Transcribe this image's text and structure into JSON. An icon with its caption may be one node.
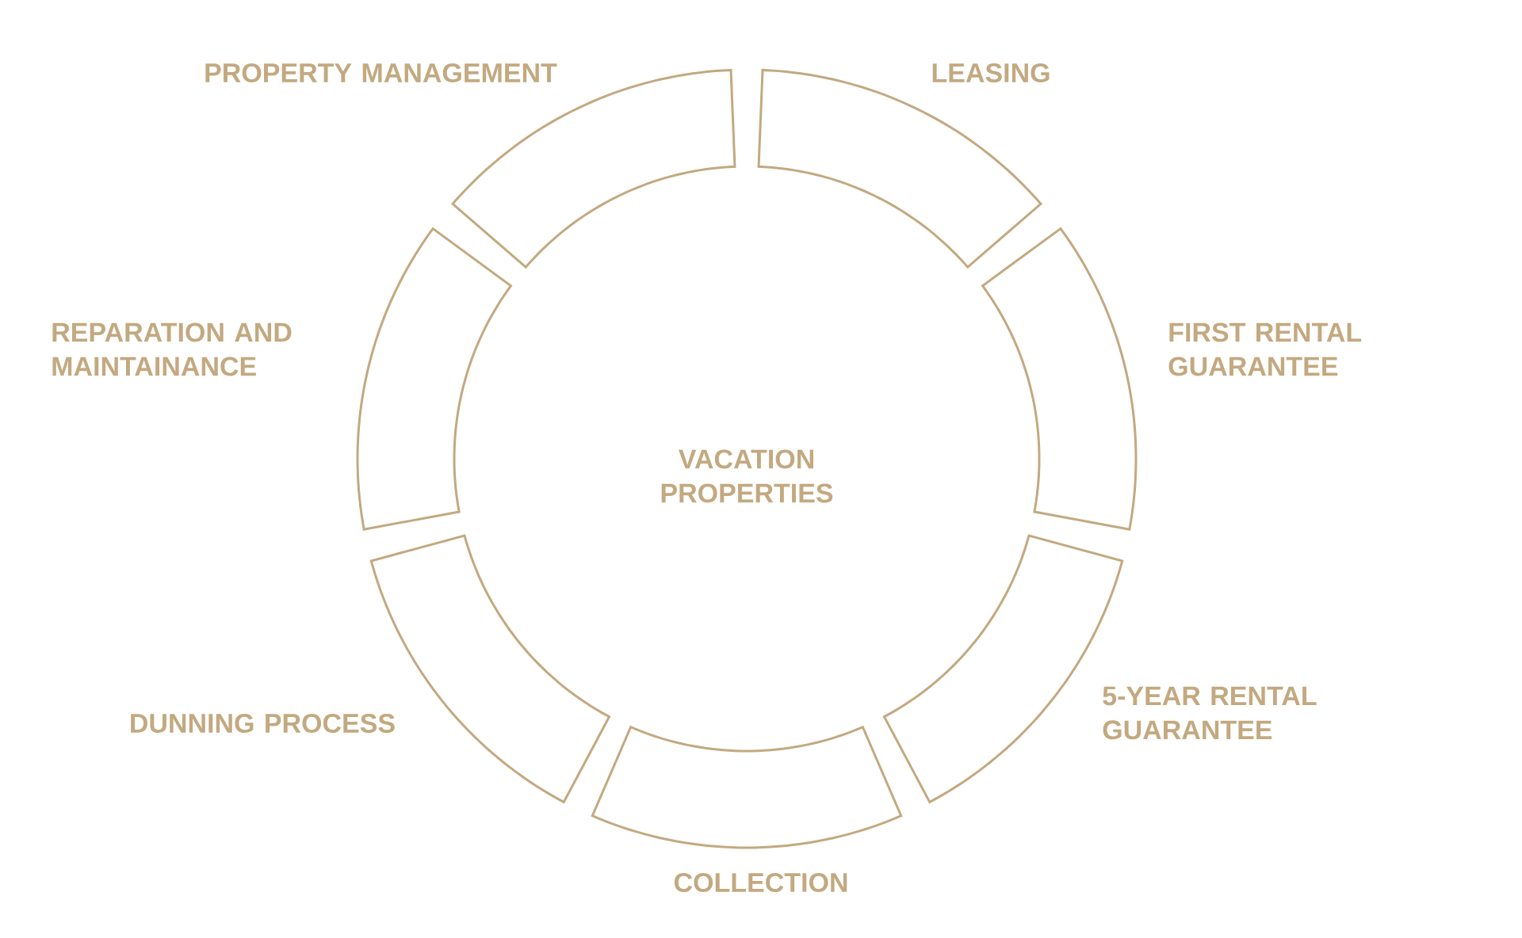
{
  "diagram": {
    "nodes": [
      {
        "text": [],
        "shape": "segment",
        "beside": [
          "PROPERTY MANAGEMENT"
        ]
      },
      {
        "text": [],
        "shape": "segment",
        "beside": [
          "LEASING"
        ]
      },
      {
        "text": [],
        "shape": "segment",
        "beside": [
          "REPARATION AND MAINTAINANCE"
        ]
      },
      {
        "text": [],
        "shape": "segment",
        "beside": [
          "FIRST RENTAL GUARANTEE"
        ]
      },
      {
        "text": [],
        "shape": "segment",
        "beside": [
          "5-YEAR RENTAL GUARANTEE"
        ]
      },
      {
        "text": [],
        "shape": "segment",
        "beside": [
          "DUNNING PROCESS"
        ]
      },
      {
        "text": [],
        "shape": "segment",
        "beside": [
          "COLLECTION"
        ]
      }
    ],
    "edges": [],
    "labels": [
      "VACATION PROPERTIES"
    ]
  }
}
